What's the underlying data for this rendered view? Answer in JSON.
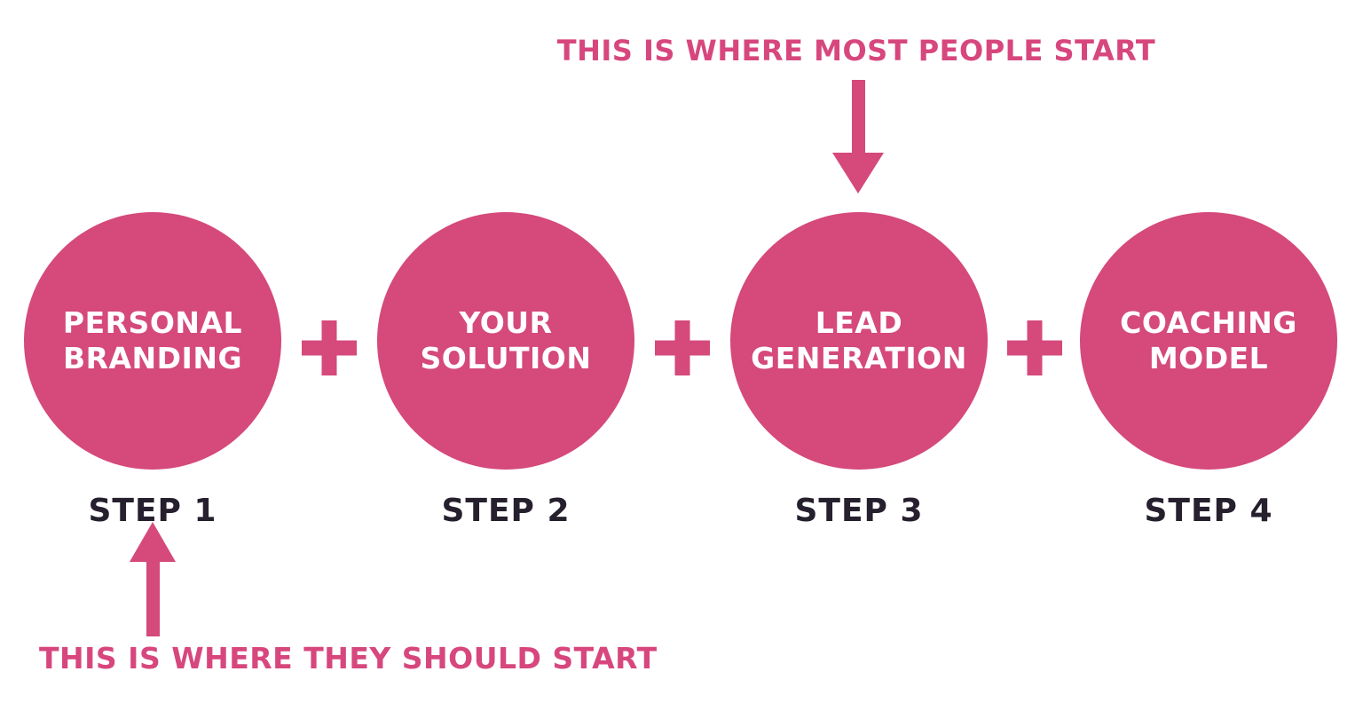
{
  "colors": {
    "pink": "#d5497b",
    "annotation_pink": "#d7477e",
    "dark_text": "#26202e",
    "circle_text": "#ffffff",
    "background": "#ffffff"
  },
  "annotations": {
    "top": {
      "text": "THIS IS WHERE MOST PEOPLE START",
      "arrow_icon": "arrow-down-icon"
    },
    "bottom": {
      "text": "THIS IS WHERE THEY SHOULD START",
      "arrow_icon": "arrow-up-icon"
    }
  },
  "steps": [
    {
      "circle_label": "PERSONAL\nBRANDING",
      "step_label": "STEP 1"
    },
    {
      "circle_label": "YOUR\nSOLUTION",
      "step_label": "STEP 2"
    },
    {
      "circle_label": "LEAD\nGENERATION",
      "step_label": "STEP 3"
    },
    {
      "circle_label": "COACHING\nMODEL",
      "step_label": "STEP 4"
    }
  ],
  "separators": {
    "glyph": "plus-icon",
    "count": 3
  }
}
